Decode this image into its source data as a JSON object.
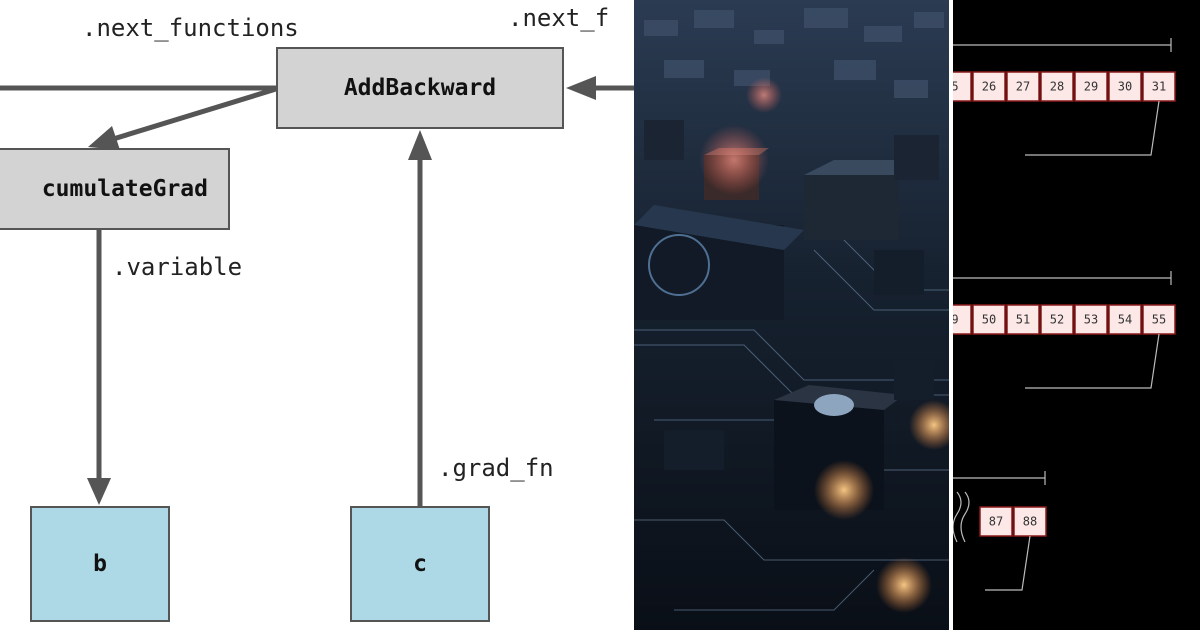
{
  "diagram": {
    "nodes": {
      "add_backward": "AddBackward",
      "accumulate_grad": "cumulateGrad",
      "b": "b",
      "c": "c"
    },
    "edge_labels": {
      "next_functions": ".next_functions",
      "next_functions_cut": ".next_f",
      "variable": ".variable",
      "grad_fn": ".grad_fn"
    },
    "colors": {
      "grad_node_fill": "#d3d3d3",
      "leaf_node_fill": "#add8e6",
      "stroke": "#555555"
    }
  },
  "photo": {
    "subject": "circuit-board-image"
  },
  "memory_rows": [
    {
      "cells": [
        "5",
        "26",
        "27",
        "28",
        "29",
        "30",
        "31"
      ]
    },
    {
      "cells": [
        "9",
        "50",
        "51",
        "52",
        "53",
        "54",
        "55"
      ]
    },
    {
      "cells": [
        "87",
        "88"
      ]
    }
  ],
  "colors": {
    "cell_fill": "#fde8e8",
    "cell_border": "#8b1a1a",
    "bracket_line": "#bbbbbb"
  }
}
